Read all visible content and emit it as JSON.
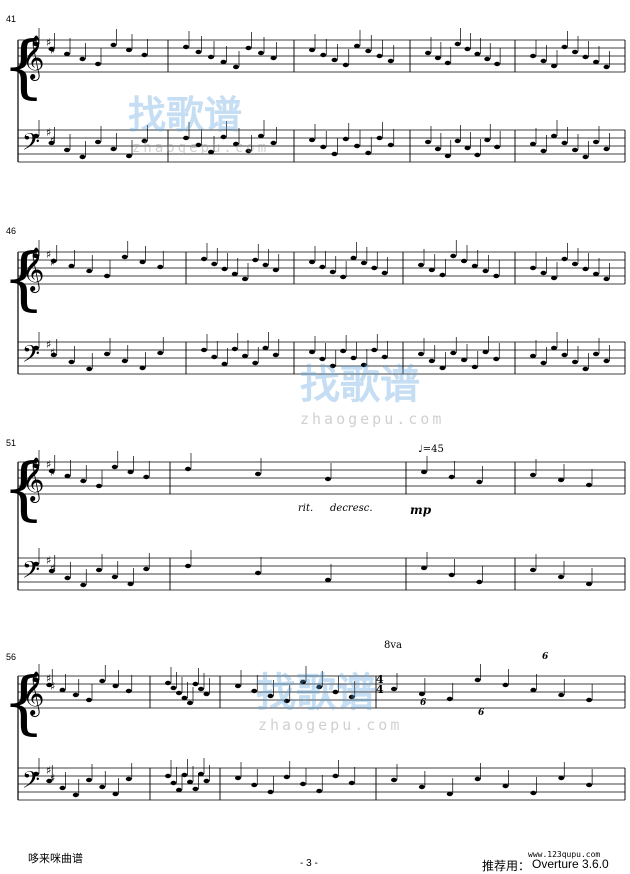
{
  "page": {
    "number": "- 3 -"
  },
  "systems": [
    {
      "start_measure": "41",
      "tempo": "",
      "texts": []
    },
    {
      "start_measure": "46",
      "tempo": "",
      "texts": []
    },
    {
      "start_measure": "51",
      "tempo": "♩=45",
      "texts": [
        "rit.",
        "decresc.",
        "mp"
      ]
    },
    {
      "start_measure": "56",
      "tempo": "",
      "texts": [
        "8va",
        "6",
        "6",
        "6",
        "4",
        "4"
      ]
    }
  ],
  "watermark": {
    "chinese": "找歌谱",
    "domain": "zhaogepu.com"
  },
  "footer": {
    "left": "哆来咪曲谱",
    "url": "www.123qupu.com",
    "right_label": "推荐用：",
    "right_app": "Overture 3.6.0"
  }
}
